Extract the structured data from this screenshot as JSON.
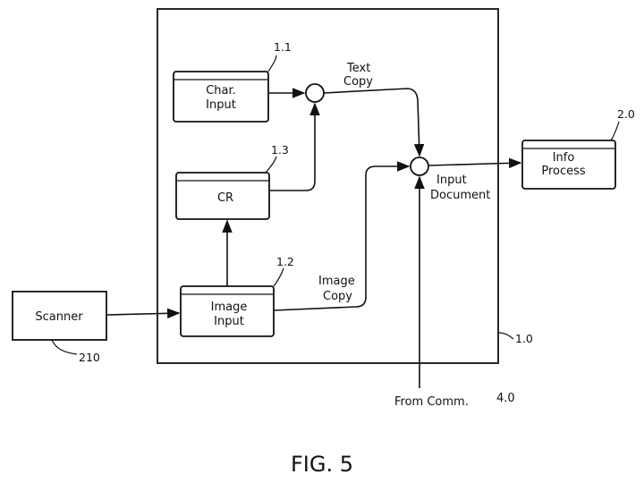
{
  "diagram": {
    "blocks": {
      "char_input": {
        "line1": "Char.",
        "line2": "Input",
        "ref": "1.1"
      },
      "cr": {
        "label": "CR",
        "ref": "1.3"
      },
      "image_input": {
        "line1": "Image",
        "line2": "Input",
        "ref": "1.2"
      },
      "info_process": {
        "line1": "Info",
        "line2": "Process",
        "ref": "2.0"
      },
      "scanner": {
        "label": "Scanner",
        "ref": "210"
      },
      "system": {
        "ref": "1.0"
      }
    },
    "edge_labels": {
      "text_copy_1": "Text",
      "text_copy_2": "Copy",
      "image_copy_1": "Image",
      "image_copy_2": "Copy",
      "input_document_1": "Input",
      "input_document_2": "Document",
      "from_comm": "From Comm.",
      "from_comm_ref": "4.0"
    },
    "caption": "FIG. 5"
  }
}
